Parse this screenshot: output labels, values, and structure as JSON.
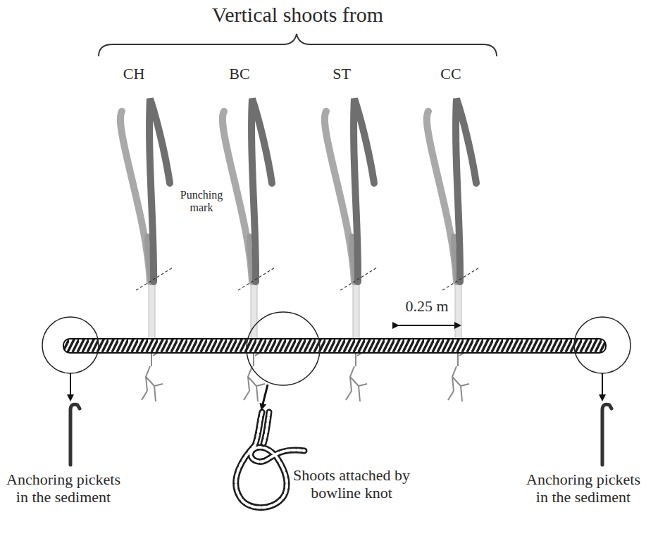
{
  "diagram": {
    "title": "Vertical shoots from",
    "labels": [
      "CH",
      "BC",
      "ST",
      "CC",
      "Punching mark",
      "0.25 m",
      "Shoots attached by bowline knot",
      "Anchoring pickets in the sediment",
      "Anchoring pickets in the sediment"
    ]
  }
}
